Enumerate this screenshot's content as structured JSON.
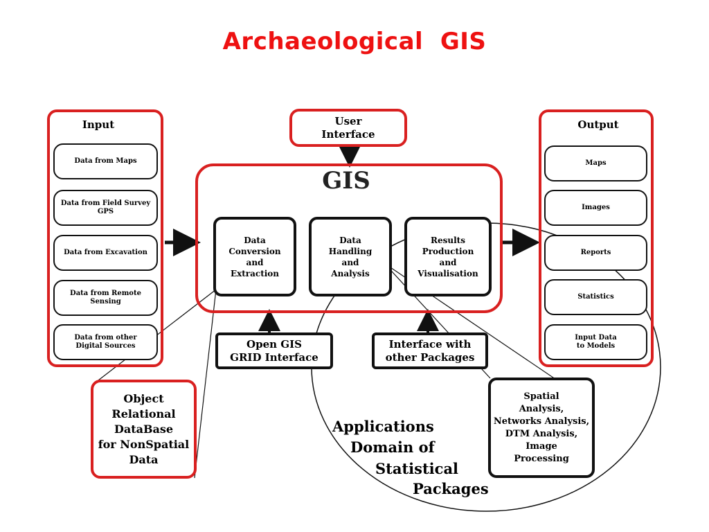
{
  "title": "Archaeological  GIS",
  "gis_label": "GIS",
  "user_interface": "User\nInterface",
  "input": {
    "heading": "Input",
    "items": [
      "Data from Maps",
      "Data from Field Survey\nGPS",
      "Data from Excavation",
      "Data from Remote\nSensing",
      "Data from other\nDigital Sources"
    ]
  },
  "output": {
    "heading": "Output",
    "items": [
      "Maps",
      "Images",
      "Reports",
      "Statistics",
      "Input Data\nto Models"
    ]
  },
  "gis_modules": {
    "conversion": "Data\nConversion\nand\nExtraction",
    "handling": "Data\nHandling\nand\nAnalysis",
    "results": "Results\nProduction\nand\nVisualisation"
  },
  "open_gis": "Open GIS\nGRID Interface",
  "interface_packages": "Interface with\nother Packages",
  "object_db": "Object\nRelational\nDataBase\nfor NonSpatial\nData",
  "spatial": "Spatial\nAnalysis,\nNetworks Analysis,\nDTM Analysis,\nImage\nProcessing",
  "applications": {
    "line1": "Applications",
    "line2": "Domain of",
    "line3": "Statistical",
    "line4": "Packages"
  },
  "colors": {
    "title": "#ee1111",
    "frame": "#d92020",
    "ink": "#111111"
  }
}
